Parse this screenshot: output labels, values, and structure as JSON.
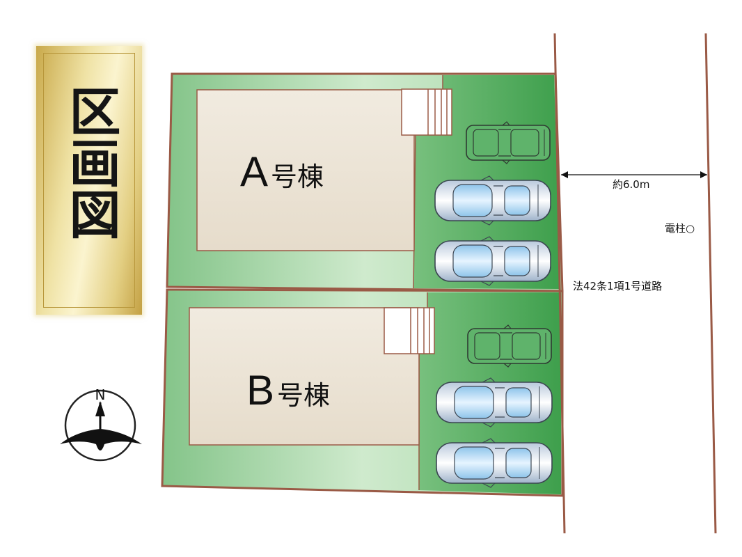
{
  "title": "区画図",
  "lots": [
    {
      "id": "A",
      "letter": "A",
      "suffix": "号棟"
    },
    {
      "id": "B",
      "letter": "B",
      "suffix": "号棟"
    }
  ],
  "road": {
    "width_label": "約6.0m",
    "pole_label": "電柱○",
    "type_label": "法42条1項1号道路"
  },
  "compass": {
    "north_label": "N"
  },
  "colors": {
    "lot_green": "#a8d8ab",
    "parking_green": "#6cbc74",
    "building": "#ece4d6",
    "outline": "#9a5a46",
    "gold": "#e8d48d"
  }
}
